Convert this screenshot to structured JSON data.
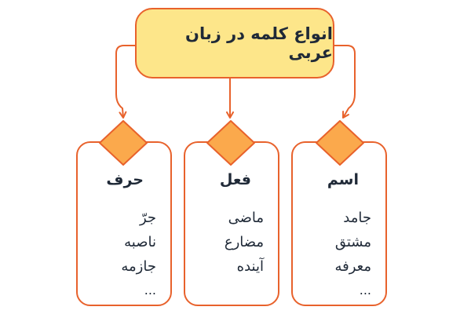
{
  "root": {
    "title": "انواع کلمه در زبان عربی"
  },
  "categories": [
    {
      "title": "اسم",
      "items": [
        "جامد",
        "مشتق",
        "معرفه"
      ],
      "more": "..."
    },
    {
      "title": "فعل",
      "items": [
        "ماضی",
        "مضارع",
        "آینده"
      ]
    },
    {
      "title": "حرف",
      "items": [
        "جرّ",
        "ناصبه",
        "جازمه"
      ],
      "more": "..."
    }
  ],
  "colors": {
    "accent": "#e8622c",
    "root_fill": "#fde68a",
    "node_fill": "#fba94c",
    "text": "#1f2937"
  }
}
